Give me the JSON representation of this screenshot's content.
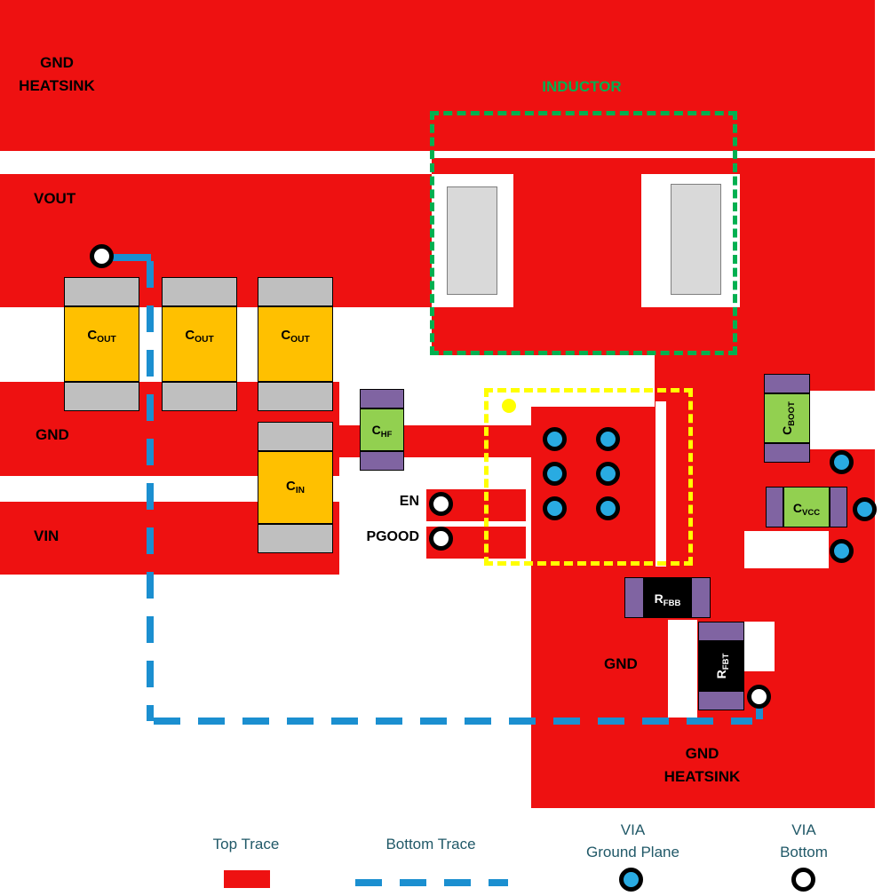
{
  "colors": {
    "top_trace": "#EE1111",
    "bottom_trace": "#1B8FD0",
    "via_ground_plane": "#29ABE2",
    "via_bottom": "#FFFFFF",
    "capacitor_body": "#FFC000",
    "capacitor_pad": "#BFBFBF",
    "small_component_body": "#92D050",
    "small_component_pad": "#8064A2",
    "resistor_body": "#000000",
    "ic_outline": "#FFFF00",
    "inductor_outline": "#00B050"
  },
  "planes": {
    "top_heatsink": {
      "line1": "GND",
      "line2": "HEATSINK"
    },
    "vout": "VOUT",
    "gnd_left": "GND",
    "vin": "VIN",
    "gnd_right": "GND",
    "bottom_heatsink": {
      "line1": "GND",
      "line2": "HEATSINK"
    }
  },
  "inductor_label": "INDUCTOR",
  "pins": {
    "en": "EN",
    "pgood": "PGOOD"
  },
  "components": {
    "cout": {
      "base": "C",
      "sub": "OUT"
    },
    "cin": {
      "base": "C",
      "sub": "IN"
    },
    "chf": {
      "base": "C",
      "sub": "HF"
    },
    "cboot": {
      "base": "C",
      "sub": "BOOT"
    },
    "cvcc": {
      "base": "C",
      "sub": "VCC"
    },
    "rfbb": {
      "base": "R",
      "sub": "FBB"
    },
    "rfbt": {
      "base": "R",
      "sub": "FBT"
    }
  },
  "legend": {
    "top_trace": "Top Trace",
    "bottom_trace": "Bottom Trace",
    "via_ground": {
      "line1": "VIA",
      "line2": "Ground Plane"
    },
    "via_bottom": {
      "line1": "VIA",
      "line2": "Bottom"
    }
  }
}
